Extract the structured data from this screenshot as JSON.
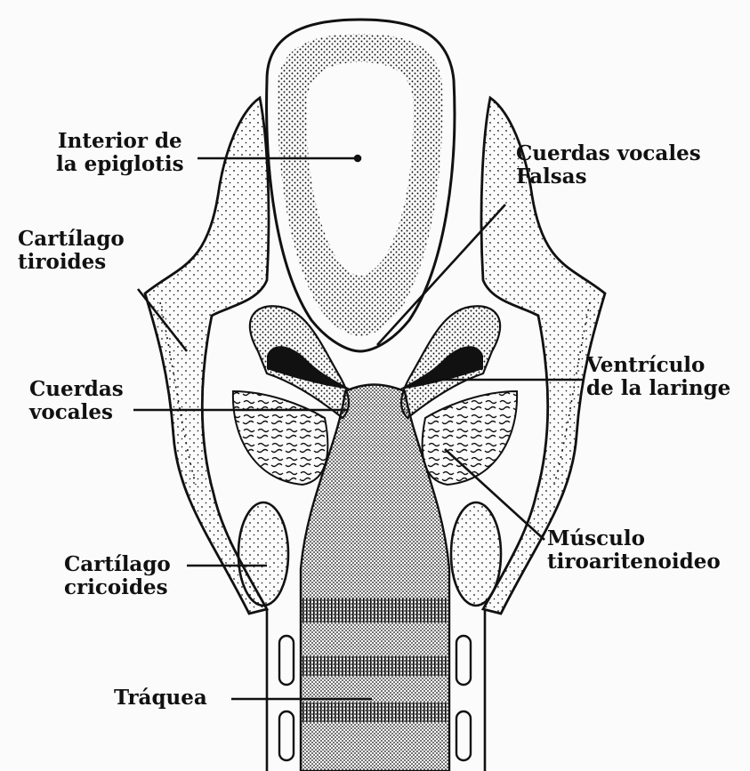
{
  "labels": {
    "epiglotis": [
      "Interior de",
      "la epiglotis"
    ],
    "falsas": [
      "Cuerdas vocales",
      "Falsas"
    ],
    "tiroides": [
      "Cartílago",
      "tiroides"
    ],
    "ventriculo": [
      "Ventrículo",
      "de la laringe"
    ],
    "vocales": [
      "Cuerdas",
      "vocales"
    ],
    "musculo": [
      "Músculo",
      "tiroaritenoideo"
    ],
    "cricoides": [
      "Cartílago",
      "cricoides"
    ],
    "traquea": [
      "Tráquea"
    ]
  },
  "colors": {
    "ink": "#111111",
    "paper": "#fbfbfb"
  }
}
